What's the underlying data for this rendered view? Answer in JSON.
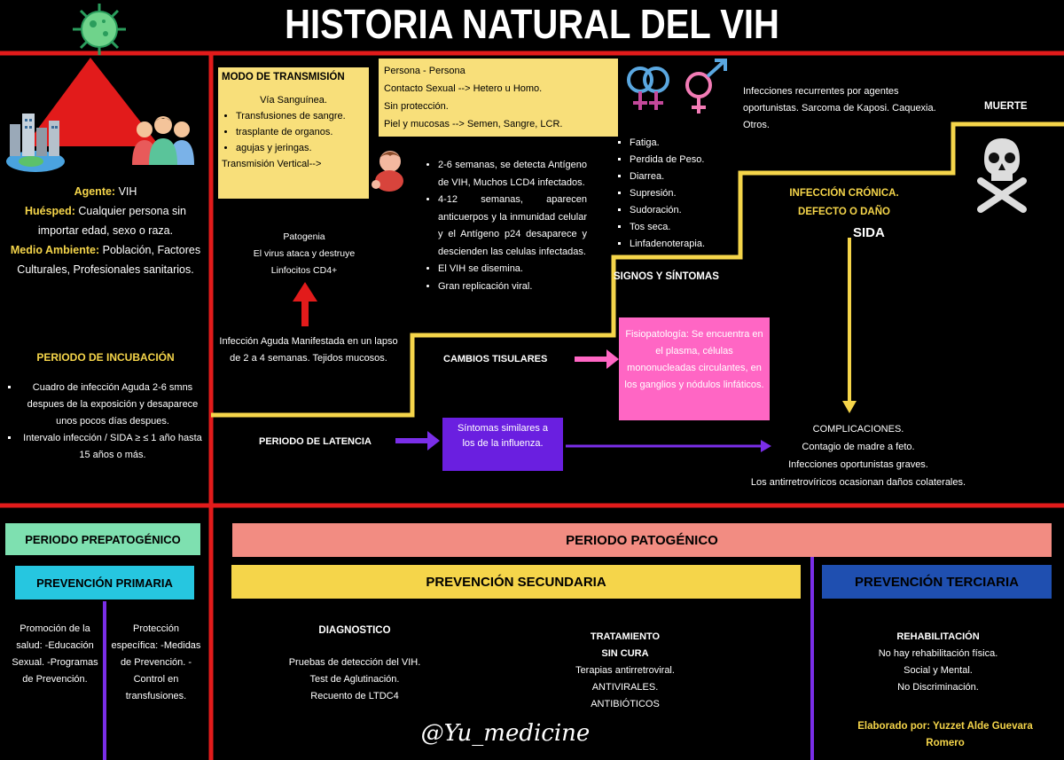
{
  "title": "HISTORIA NATURAL DEL VIH",
  "left_panel": {
    "agente_label": "Agente:",
    "agente_value": "VIH",
    "huesped_label": "Huésped:",
    "huesped_value": "Cualquier persona sin importar edad, sexo o raza.",
    "medio_label": "Medio Ambiente:",
    "medio_value": "Población, Factores Culturales, Profesionales sanitarios.",
    "incubation_title": "PERIODO DE INCUBACIÓN",
    "incubation_items": [
      "Cuadro de infección Aguda 2-6 smns despues de la exposición y desaparece unos pocos días despues.",
      "Intervalo infección / SIDA ≥ ≤ 1 año hasta 15 años o más."
    ]
  },
  "transmission": {
    "title": "MODO DE TRANSMISIÓN",
    "via": "Vía Sanguínea.",
    "items": [
      "Transfusiones de sangre.",
      "trasplante de organos.",
      "agujas y jeringas."
    ],
    "vertical": "Transmisión Vertical-->"
  },
  "persona_box": {
    "lines": [
      "Persona - Persona",
      "Contacto Sexual --> Hetero u Homo.",
      "Sin protección.",
      "Piel y mucosas --> Semen, Sangre, LCR."
    ]
  },
  "patogenia": {
    "title": "Patogenia",
    "text": "El virus ataca y destruye Linfocitos CD4+"
  },
  "infeccion_aguda": "Infección Aguda Manifestada en un lapso de 2 a 4 semanas. Tejidos mucosos.",
  "acute_list": [
    "2-6 semanas, se detecta Antígeno de VIH, Muchos LCD4 infectados.",
    "4-12 semanas, aparecen anticuerpos y la inmunidad celular y el Antígeno p24 desaparece y descienden las celulas infectadas.",
    "El VIH se disemina.",
    "Gran replicación viral."
  ],
  "signs_list": [
    "Fatiga.",
    "Perdida de Peso.",
    "Diarrea.",
    "Supresión.",
    "Sudoración.",
    "Tos seca.",
    "Linfadenoterapia."
  ],
  "signs_title": "SIGNOS Y SÍNTOMAS",
  "cambios_label": "CAMBIOS TISULARES",
  "fisiopatologia": "Fisiopatología: Se encuentra en el plasma, células mononucleadas circulantes, en los ganglios y nódulos linfáticos.",
  "latencia_label": "PERIODO DE LATENCIA",
  "sintomas_box": "Síntomas similares a los de la influenza.",
  "infections_top": "Infecciones recurrentes por agentes oportunistas. Sarcoma de Kaposi. Caquexia. Otros.",
  "muerte": "MUERTE",
  "cronica": "INFECCIÓN CRÓNICA. DEFECTO O DAÑO",
  "sida": "SIDA",
  "complicaciones": {
    "title": "COMPLICACIONES.",
    "lines": [
      "Contagio de madre a feto.",
      "Infecciones oportunistas graves.",
      "Los antirretrovíricos ocasionan daños colaterales."
    ]
  },
  "bottom": {
    "prepatogenico": "PERIODO PREPATOGÉNICO",
    "patogenico": "PERIODO PATOGÉNICO",
    "primaria": "PREVENCIÓN PRIMARIA",
    "secundaria": "PREVENCIÓN SECUNDARIA",
    "terciaria": "PREVENCIÓN TERCIARIA",
    "promocion": "Promoción de la salud: -Educación Sexual. -Programas de Prevención.",
    "proteccion": "Protección específica: -Medidas de Prevención. -Control en transfusiones.",
    "diagnostico_title": "DIAGNOSTICO",
    "diagnostico_lines": [
      "Pruebas de detección del VIH.",
      "Test de Aglutinación.",
      "Recuento de LTDC4"
    ],
    "tratamiento_title": "TRATAMIENTO",
    "tratamiento_lines": [
      "SIN CURA",
      "Terapias antirretroviral.",
      "ANTIVIRALES.",
      "ANTIBIÓTICOS"
    ],
    "rehab_title": "REHABILITACIÓN",
    "rehab_lines": [
      "No hay rehabilitación física.",
      "Social y Mental.",
      "No Discriminación."
    ],
    "credit": "Elaborado por: Yuzzet Alde Guevara Romero",
    "signature": "@Yu_medicine"
  },
  "colors": {
    "red": "#e21b1b",
    "yellow": "#f5d54a",
    "pink": "#ff66c4",
    "purple": "#7a2ee8",
    "teal": "#7ee0b0",
    "cyan": "#26c6e0",
    "salmon": "#f28c82",
    "navy": "#1f4fb0"
  },
  "icons": [
    "virus-icon",
    "city-icon",
    "people-icon",
    "gender-symbols-icon",
    "baby-icon",
    "skull-crossbones-icon"
  ]
}
